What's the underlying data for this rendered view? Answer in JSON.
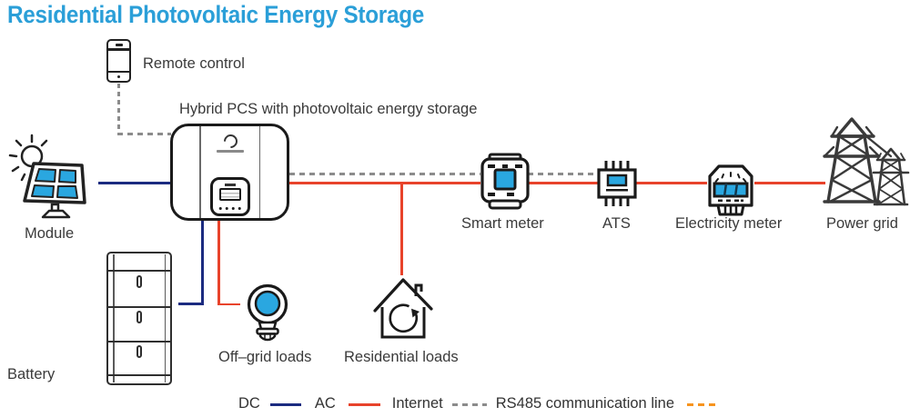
{
  "title": "Residential Photovoltaic Energy Storage",
  "colors": {
    "title_blue": "#2b9fd8",
    "dc_line": "#1b2b80",
    "ac_line": "#e8432b",
    "internet_line": "#8c8c8c",
    "rs485_line": "#f7941e",
    "device_screen_blue": "#2aa7e0",
    "icon_outline": "#1a1a1a"
  },
  "nodes": {
    "remote_control": {
      "label": "Remote control"
    },
    "hybrid_pcs": {
      "label": "Hybrid PCS with photovoltaic energy storage"
    },
    "module": {
      "label": "Module"
    },
    "battery": {
      "label": "Battery"
    },
    "off_grid_loads": {
      "label": "Off–grid loads"
    },
    "residential_loads": {
      "label": "Residential loads"
    },
    "smart_meter": {
      "label": "Smart meter"
    },
    "ats": {
      "label": "ATS"
    },
    "electricity_meter": {
      "label": "Electricity meter"
    },
    "power_grid": {
      "label": "Power grid"
    }
  },
  "legend": {
    "items": [
      {
        "label": "DC",
        "line_style": "solid",
        "color": "#1b2b80"
      },
      {
        "label": "AC",
        "line_style": "solid",
        "color": "#e8432b"
      },
      {
        "label": "Internet",
        "line_style": "dashed",
        "color": "#8c8c8c"
      },
      {
        "label": "RS485 communication line",
        "line_style": "dashed",
        "color": "#f7941e"
      }
    ]
  },
  "connections": [
    {
      "from": "Remote control",
      "to": "Hybrid PCS",
      "type": "Internet"
    },
    {
      "from": "Module",
      "to": "Hybrid PCS",
      "type": "DC"
    },
    {
      "from": "Battery",
      "to": "Hybrid PCS",
      "type": "DC"
    },
    {
      "from": "Hybrid PCS",
      "to": "Off–grid loads",
      "type": "AC"
    },
    {
      "from": "Hybrid PCS",
      "to": "Residential loads",
      "type": "AC"
    },
    {
      "from": "Hybrid PCS",
      "to": "Smart meter",
      "type": "AC + Internet"
    },
    {
      "from": "Smart meter",
      "to": "ATS",
      "type": "AC + Internet"
    },
    {
      "from": "ATS",
      "to": "Electricity meter",
      "type": "AC"
    },
    {
      "from": "Electricity meter",
      "to": "Power grid",
      "type": "AC"
    }
  ]
}
